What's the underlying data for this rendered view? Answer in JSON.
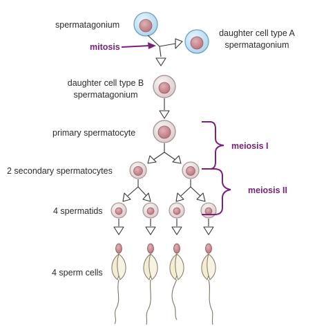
{
  "labels": {
    "spermatagonium": "spermatagonium",
    "mitosis": "mitosis",
    "daughter_a_line1": "daughter cell type A",
    "daughter_a_line2": "spermatagonium",
    "daughter_b_line1": "daughter cell type B",
    "daughter_b_line2": "spermatagonium",
    "primary": "primary spermatocyte",
    "secondary": "2 secondary spermatocytes",
    "spermatids": "4 spermatids",
    "sperm": "4 sperm cells",
    "meiosis1": "meiosis I",
    "meiosis2": "meiosis II"
  },
  "colors": {
    "accent": "#7a1f7a",
    "stem_cell_fill": "#b9dcf0",
    "stem_cell_stroke": "#6a9ec0",
    "developing_cell_fill": "#e9dede",
    "nucleus": "#c98a90",
    "sperm_tail_fill": "#f3ecd3"
  }
}
